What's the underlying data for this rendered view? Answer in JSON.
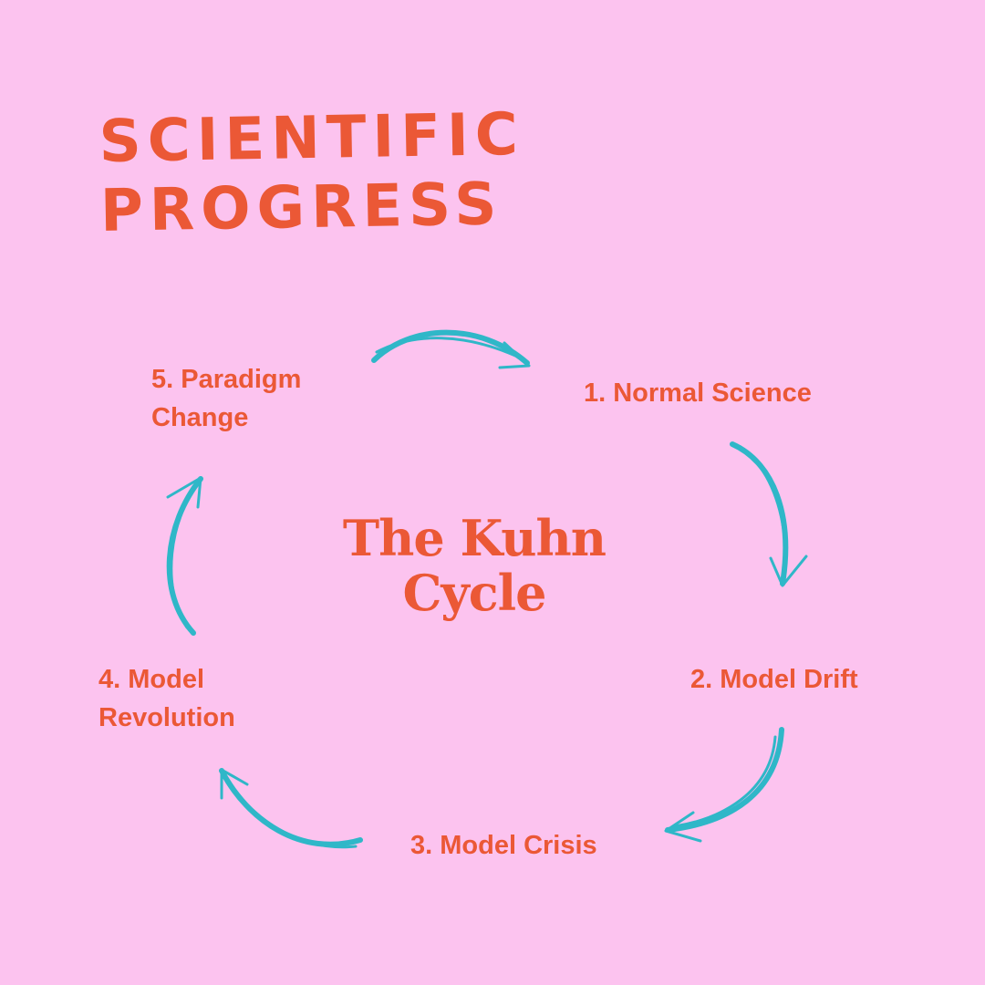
{
  "heading": {
    "line1": "SCIENTIFIC",
    "line2": "PROGRESS"
  },
  "center_title": {
    "line1": "The Kuhn",
    "line2": "Cycle"
  },
  "stages": [
    {
      "lines": [
        "1. Normal Science"
      ]
    },
    {
      "lines": [
        "2. Model Drift"
      ]
    },
    {
      "lines": [
        "3. Model Crisis"
      ]
    },
    {
      "lines": [
        "4. Model",
        "Revolution"
      ]
    },
    {
      "lines": [
        "5. Paradigm",
        "Change"
      ]
    }
  ],
  "colors": {
    "background": "#fcc3ef",
    "text": "#eb5836",
    "arrow": "#2fb7c8"
  },
  "icons": [
    "curved-arrow-icon",
    "curved-arrow-icon",
    "curved-arrow-icon",
    "curved-arrow-icon",
    "curved-arrow-icon"
  ]
}
